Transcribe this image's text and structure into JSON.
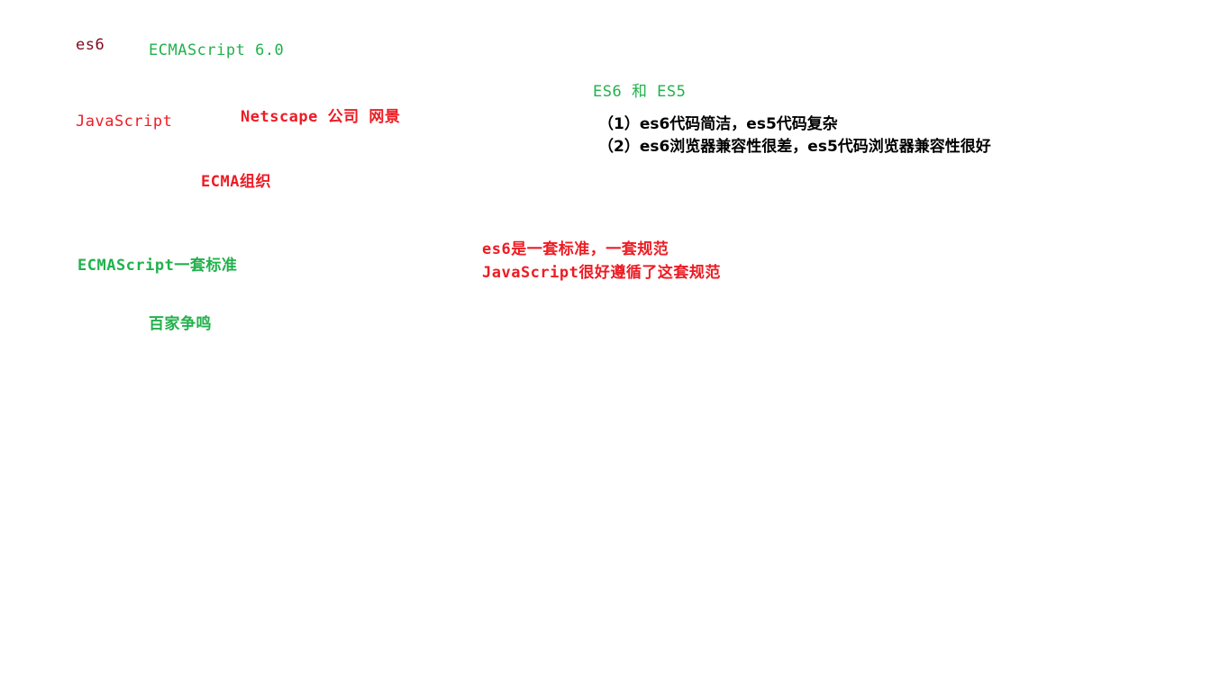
{
  "colors": {
    "maroon": "#7f0a1e",
    "green": "#22b14c",
    "red": "#ed1c24",
    "black": "#000000",
    "background": "#ffffff"
  },
  "notes": {
    "es6": "es6",
    "ecmascript_version": "ECMAScript 6.0",
    "javascript": "JavaScript",
    "netscape": "Netscape 公司 网景",
    "ecma_org": "ECMA组织",
    "ecmascript_standard": "ECMAScript一套标准",
    "baijia": "百家争鸣",
    "standard_lines": [
      "es6是一套标准，一套规范",
      "JavaScript很好遵循了这套规范"
    ],
    "compare_title": "ES6 和 ES5",
    "compare_items": [
      "（1）es6代码简洁，es5代码复杂",
      "（2）es6浏览器兼容性很差，es5代码浏览器兼容性很好"
    ]
  }
}
